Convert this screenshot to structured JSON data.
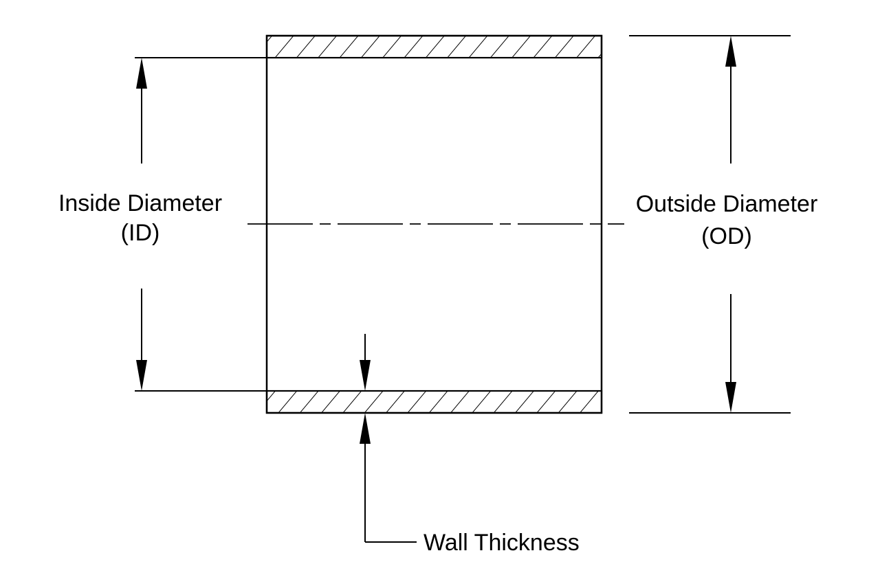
{
  "labels": {
    "inside_diameter": "Inside Diameter",
    "inside_diameter_abbr": "(ID)",
    "outside_diameter": "Outside Diameter",
    "outside_diameter_abbr": "(OD)",
    "wall_thickness": "Wall Thickness"
  },
  "colors": {
    "line": "#000000",
    "background": "#ffffff"
  }
}
